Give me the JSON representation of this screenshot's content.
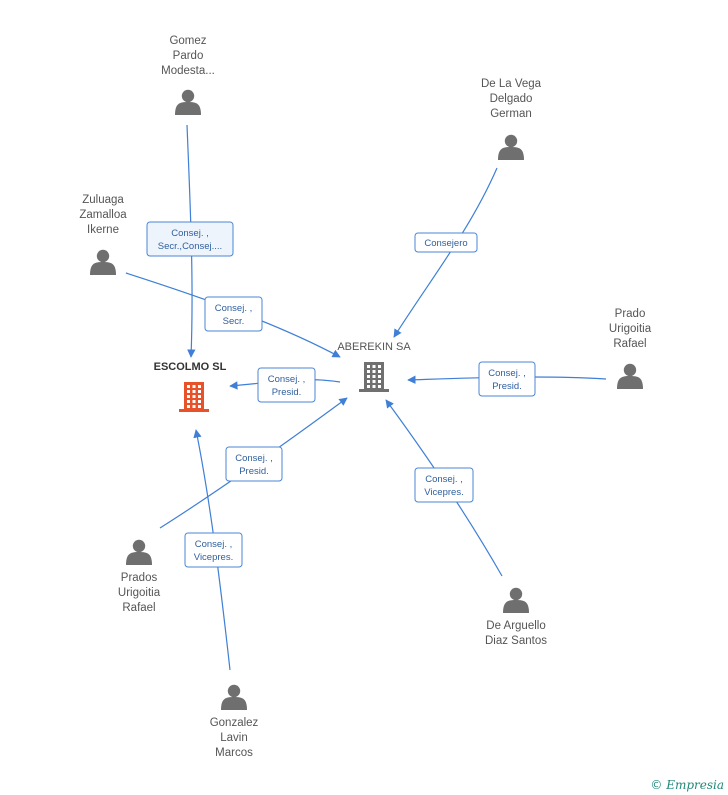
{
  "companies": [
    {
      "id": "escolmo",
      "name": "ESCOLMO SL",
      "color": "#e8522a",
      "main": true
    },
    {
      "id": "aberekin",
      "name": "ABEREKIN SA",
      "color": "#707070",
      "main": false
    }
  ],
  "people": [
    {
      "id": "gomez",
      "lines": [
        "Gomez",
        "Pardo",
        "Modesta..."
      ]
    },
    {
      "id": "delavega",
      "lines": [
        "De La Vega",
        "Delgado",
        "German"
      ]
    },
    {
      "id": "zuluaga",
      "lines": [
        "Zuluaga",
        "Zamalloa",
        "Ikerne"
      ]
    },
    {
      "id": "prado",
      "lines": [
        "Prado",
        "Urigoitia",
        "Rafael"
      ]
    },
    {
      "id": "prados",
      "lines": [
        "Prados",
        "Urigoitia",
        "Rafael"
      ]
    },
    {
      "id": "dearguello",
      "lines": [
        "De Arguello",
        "Diaz Santos"
      ]
    },
    {
      "id": "gonzalez",
      "lines": [
        "Gonzalez",
        "Lavin",
        "Marcos"
      ]
    }
  ],
  "relations": [
    {
      "from": "gomez",
      "to": "escolmo",
      "label": [
        "Consej. ,",
        "Secr.,Consej...."
      ]
    },
    {
      "from": "delavega",
      "to": "aberekin",
      "label": [
        "Consejero"
      ]
    },
    {
      "from": "zuluaga",
      "to": "aberekin",
      "label": [
        "Consej. ,",
        "Secr."
      ]
    },
    {
      "from": "aberekin",
      "to": "escolmo",
      "label": [
        "Consej. ,",
        "Presid."
      ]
    },
    {
      "from": "prado",
      "to": "aberekin",
      "label": [
        "Consej. ,",
        "Presid."
      ]
    },
    {
      "from": "prados",
      "to": "aberekin",
      "label": [
        "Consej. ,",
        "Presid."
      ]
    },
    {
      "from": "dearguello",
      "to": "aberekin",
      "label": [
        "Consej. ,",
        "Vicepres."
      ]
    },
    {
      "from": "gonzalez",
      "to": "escolmo",
      "label": [
        "Consej. ,",
        "Vicepres."
      ]
    }
  ],
  "colors": {
    "edge": "#3f7fd6",
    "person": "#6f6f6f",
    "box_border": "#4a86d4",
    "label_text": "#2f5f9e"
  },
  "icons": {
    "person": "person-icon",
    "company": "building-icon"
  },
  "brand": {
    "symbol": "©",
    "name": "Empresia"
  }
}
